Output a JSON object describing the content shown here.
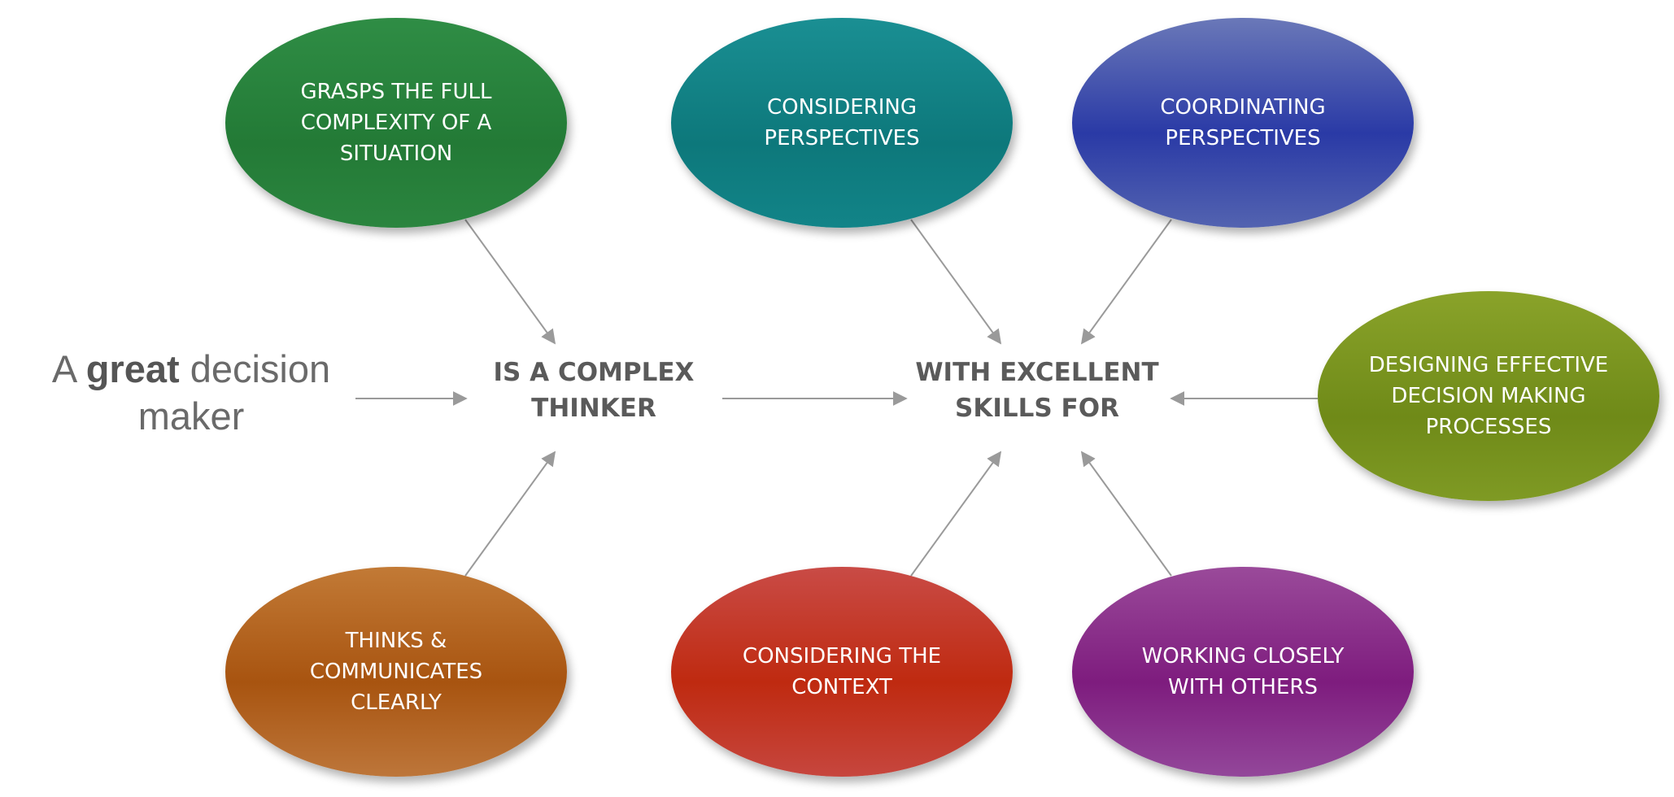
{
  "intro": {
    "prefix": "A",
    "emphasis": "great",
    "suffix": "decision",
    "line2": "maker"
  },
  "hubs": {
    "thinker": {
      "line1": "IS A COMPLEX",
      "line2": "THINKER"
    },
    "skills": {
      "line1": "WITH EXCELLENT",
      "line2": "SKILLS FOR"
    }
  },
  "nodes": {
    "grasps": {
      "label": "GRASPS THE FULL COMPLEXITY OF A SITUATION",
      "color": "#237a36"
    },
    "thinks": {
      "label": "THINKS & COMMUNICATES CLEARLY",
      "color": "#a85410"
    },
    "considering_perspectives": {
      "label": "CONSIDERING PERSPECTIVES",
      "color": "#0d787b"
    },
    "coordinating": {
      "label": "COORDINATING PERSPECTIVES",
      "color": "#2a3aa6"
    },
    "designing": {
      "label": "DESIGNING EFFECTIVE DECISION MAKING PROCESSES",
      "color": "#6f8a18"
    },
    "context": {
      "label": "CONSIDERING THE CONTEXT",
      "color": "#bf2a10"
    },
    "working": {
      "label": "WORKING CLOSELY WITH OTHERS",
      "color": "#7e1c7e"
    }
  },
  "arrow_color": "#9a9a9a"
}
